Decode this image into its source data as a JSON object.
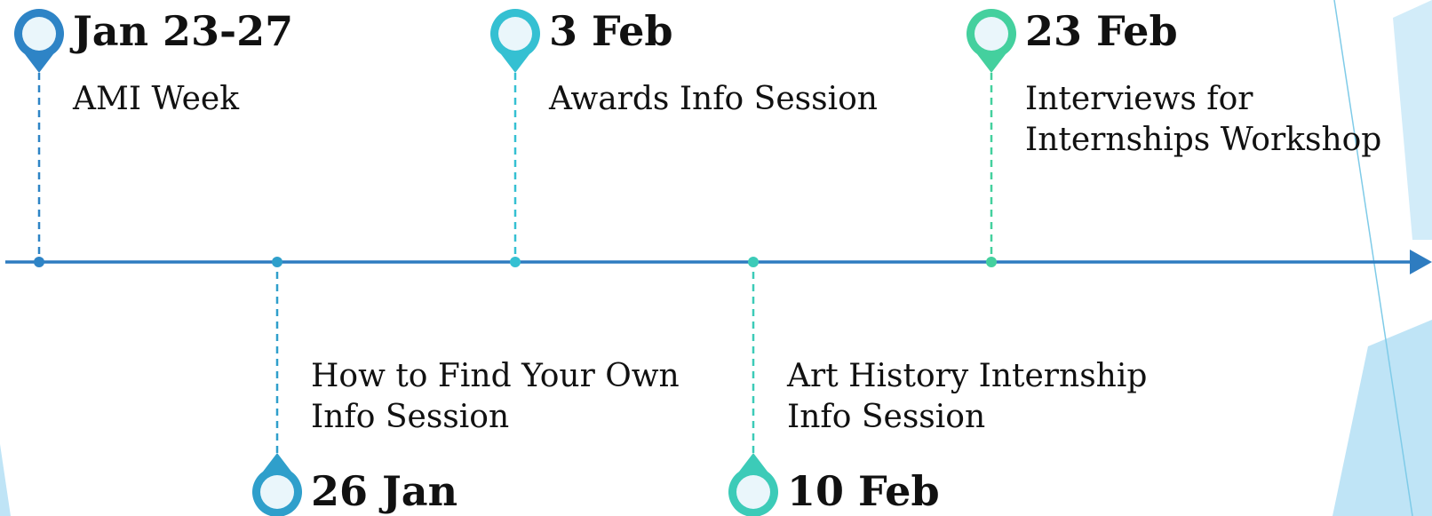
{
  "colors": {
    "axis": "#2e7cc0",
    "accent_light": "#bfe4f6",
    "accent_line": "#7fcbe8",
    "pin_fill": "#eaf6fb"
  },
  "icon": "map-pin-icon",
  "events": [
    {
      "date": "Jan 23-27",
      "lines": [
        "AMI Week"
      ],
      "color": "#2e84c6"
    },
    {
      "date": "26 Jan",
      "lines": [
        "How to Find Your Own",
        "Info Session"
      ],
      "color": "#2f9fcb"
    },
    {
      "date": "3 Feb",
      "lines": [
        "Awards Info Session"
      ],
      "color": "#35c0d2"
    },
    {
      "date": "10 Feb",
      "lines": [
        "Art History Internship",
        "Info Session"
      ],
      "color": "#3ccbb8"
    },
    {
      "date": "23 Feb",
      "lines": [
        "Interviews for",
        "Internships Workshop"
      ],
      "color": "#44d09e"
    }
  ]
}
